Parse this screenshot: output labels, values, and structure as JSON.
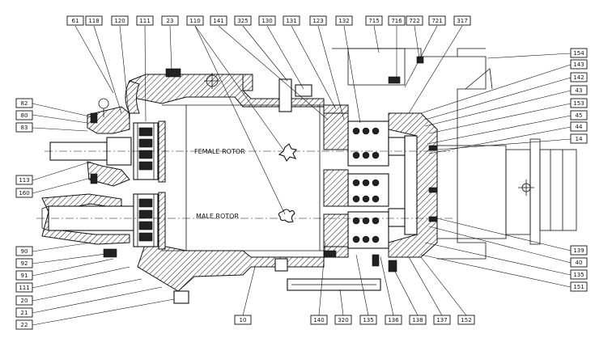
{
  "diagram": {
    "rotor_labels": {
      "female": "FEMALE ROTOR",
      "male": "MALE ROTOR"
    },
    "callouts": {
      "top": [
        "61",
        "118",
        "120",
        "111",
        "23",
        "110",
        "141",
        "325",
        "130",
        "131",
        "123",
        "132",
        "715",
        "716",
        "722",
        "721",
        "317"
      ],
      "left": [
        "82",
        "80",
        "83",
        "113",
        "160",
        "90",
        "92",
        "91",
        "111",
        "20",
        "21",
        "22"
      ],
      "right": [
        "154",
        "143",
        "142",
        "43",
        "153",
        "45",
        "44",
        "14",
        "139",
        "40",
        "135",
        "151"
      ],
      "bottom": [
        "10",
        "140",
        "320",
        "135",
        "136",
        "138",
        "137",
        "152"
      ]
    }
  }
}
